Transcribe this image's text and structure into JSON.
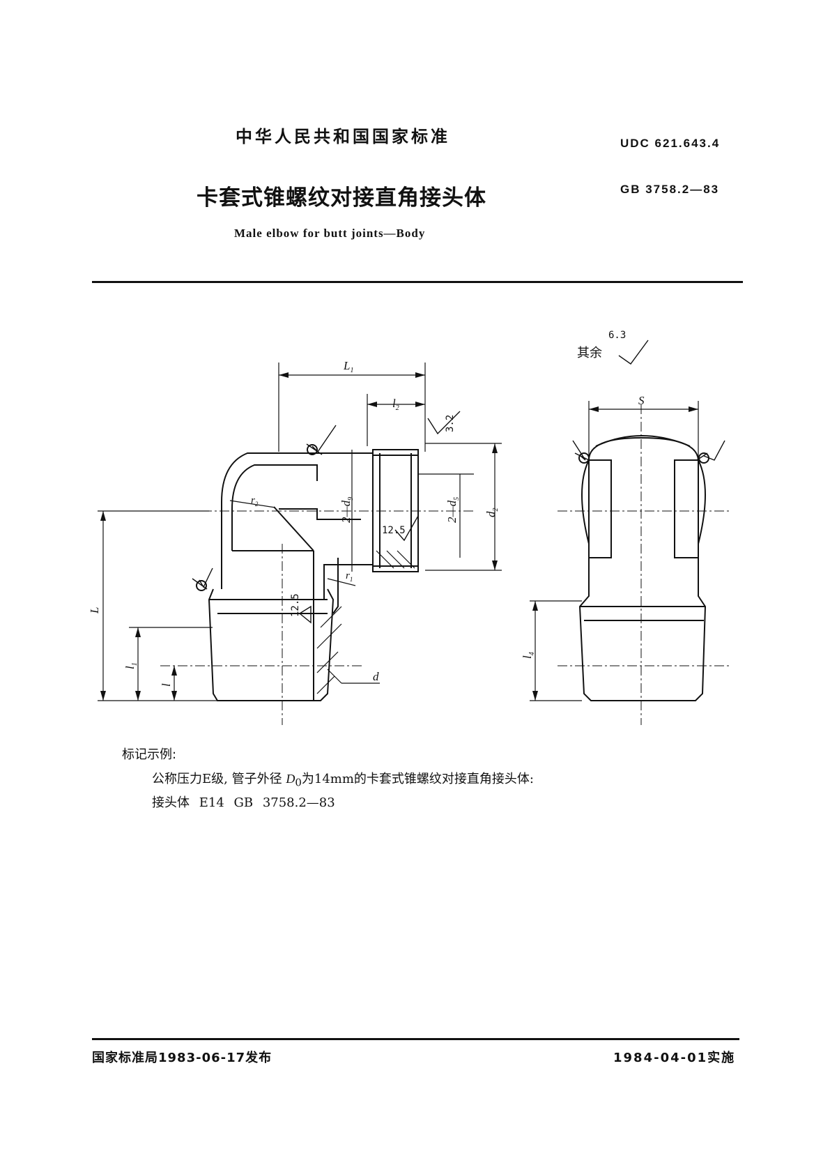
{
  "header": {
    "standard_name": "中华人民共和国国家标准",
    "udc": "UDC 621.643.4",
    "title_cn": "卡套式锥螺纹对接直角接头体",
    "gb_code": "GB 3758.2—83",
    "title_en": "Male elbow for butt joints—Body"
  },
  "drawing": {
    "roughness_note_prefix": "其余",
    "roughness_default": "6.3",
    "roughness_thread": "3.2",
    "roughness_bore": "12.5",
    "roughness_bore_vertical": "12.5",
    "dim_L1": "L",
    "dim_L1_sub": "1",
    "dim_l2": "l",
    "dim_l2_sub": "2",
    "dim_d9": "2—d",
    "dim_d9_sub": "9",
    "dim_d5": "2—d",
    "dim_d5_sub": "5",
    "dim_d2": "d",
    "dim_d2_sub": "2",
    "dim_r2": "r",
    "dim_r2_sub": "2",
    "dim_r1": "r",
    "dim_r1_sub": "1",
    "dim_L": "L",
    "dim_l1": "l",
    "dim_l1_sub": "1",
    "dim_l": "l",
    "dim_d": "d",
    "dim_S": "S",
    "dim_l4": "l",
    "dim_l4_sub": "4"
  },
  "marking": {
    "heading": "标记示例:",
    "line1_a": "公称压力E级, 管子外径",
    "line1_var": "D",
    "line1_sub": "0",
    "line1_b": "为14mm的卡套式锥螺纹对接直角接头体:",
    "line2": "接头体 E14 GB 3758.2—83"
  },
  "footer": {
    "issued": "国家标准局1983-06-17发布",
    "effective": "1984-04-01实施"
  }
}
